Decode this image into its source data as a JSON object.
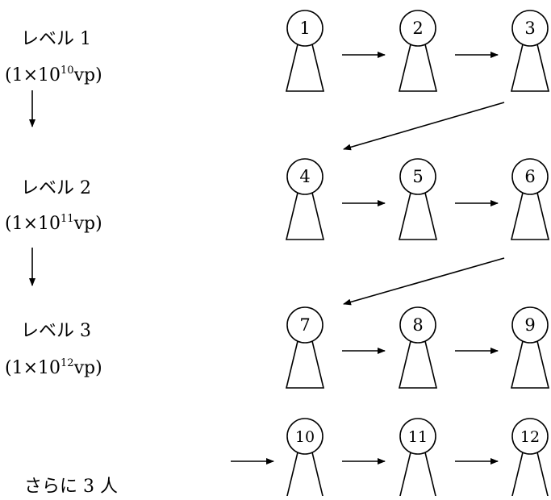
{
  "levels": [
    {
      "name": "レベル 1",
      "dose_prefix": "(1×10",
      "dose_exp": "10",
      "dose_suffix": "vp)"
    },
    {
      "name": "レベル 2",
      "dose_prefix": "(1×10",
      "dose_exp": "11",
      "dose_suffix": "vp)"
    },
    {
      "name": "レベル 3",
      "dose_prefix": "(1×10",
      "dose_exp": "12",
      "dose_suffix": "vp)"
    }
  ],
  "subjects": [
    "1",
    "2",
    "3",
    "4",
    "5",
    "6",
    "7",
    "8",
    "9",
    "10",
    "11",
    "12"
  ],
  "extra_label": "さらに 3 人",
  "colors": {
    "ink": "#000000",
    "background": "#ffffff"
  }
}
